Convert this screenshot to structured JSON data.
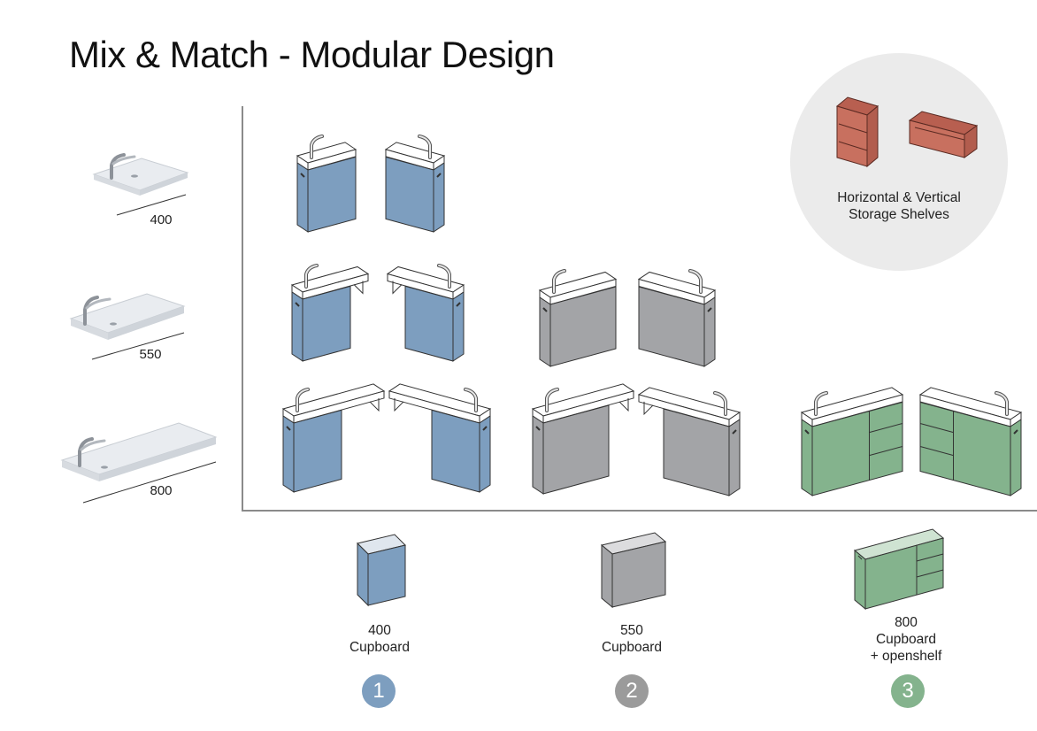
{
  "title": "Mix & Match - Modular Design",
  "colors": {
    "blue": "#7d9ebf",
    "grey": "#a3a4a7",
    "green": "#84b38d",
    "red": "#c8705f",
    "badge_blue": "#7d9ebf",
    "badge_grey": "#9b9b9b",
    "badge_green": "#84b38d",
    "circle_bg": "#ebebeb",
    "axis": "#8a8a8a"
  },
  "basins": [
    {
      "width_label": "400"
    },
    {
      "width_label": "550"
    },
    {
      "width_label": "800"
    }
  ],
  "storage": {
    "caption_line1": "Horizontal & Vertical",
    "caption_line2": "Storage Shelves"
  },
  "cupboards": [
    {
      "size": "400",
      "type": "Cupboard",
      "extra": "",
      "badge": "1",
      "color": "blue"
    },
    {
      "size": "550",
      "type": "Cupboard",
      "extra": "",
      "badge": "2",
      "color": "grey"
    },
    {
      "size": "800",
      "type": "Cupboard",
      "extra": "+ openshelf",
      "badge": "3",
      "color": "green"
    }
  ]
}
